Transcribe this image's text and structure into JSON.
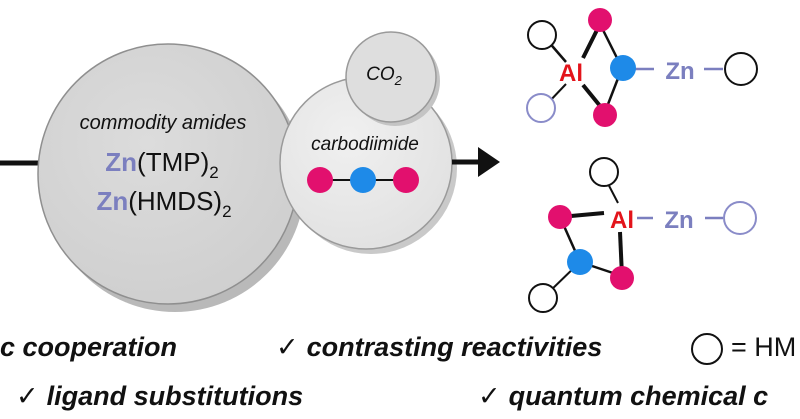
{
  "left_circle": {
    "caption": "commodity amides",
    "amide1_metal": "Zn",
    "amide1_ligand": "(TMP)",
    "amide1_sub": "2",
    "amide2_metal": "Zn",
    "amide2_ligand": "(HMDS)",
    "amide2_sub": "2"
  },
  "middle_circle": {
    "caption": "carbodiimide"
  },
  "top_circle": {
    "main": "CO",
    "sub": "2"
  },
  "complex_top": {
    "al": "Al",
    "zn": "Zn"
  },
  "complex_bottom": {
    "al": "Al",
    "zn": "Zn"
  },
  "features": {
    "cooperation": "c cooperation",
    "contrasting": "contrasting reactivities",
    "ligand": "ligand substitutions",
    "quantum": "quantum chemical c",
    "legend": "= HM",
    "check": "✓"
  },
  "colors": {
    "zn": "#7b7fbf",
    "al": "#e3141b",
    "pink": "#e2106e",
    "blue": "#1e8ae8",
    "hmds_ring": "#8a8cc9",
    "bubble_fill": "#d6d6d6",
    "bubble_shade": "#b3b3b3"
  }
}
